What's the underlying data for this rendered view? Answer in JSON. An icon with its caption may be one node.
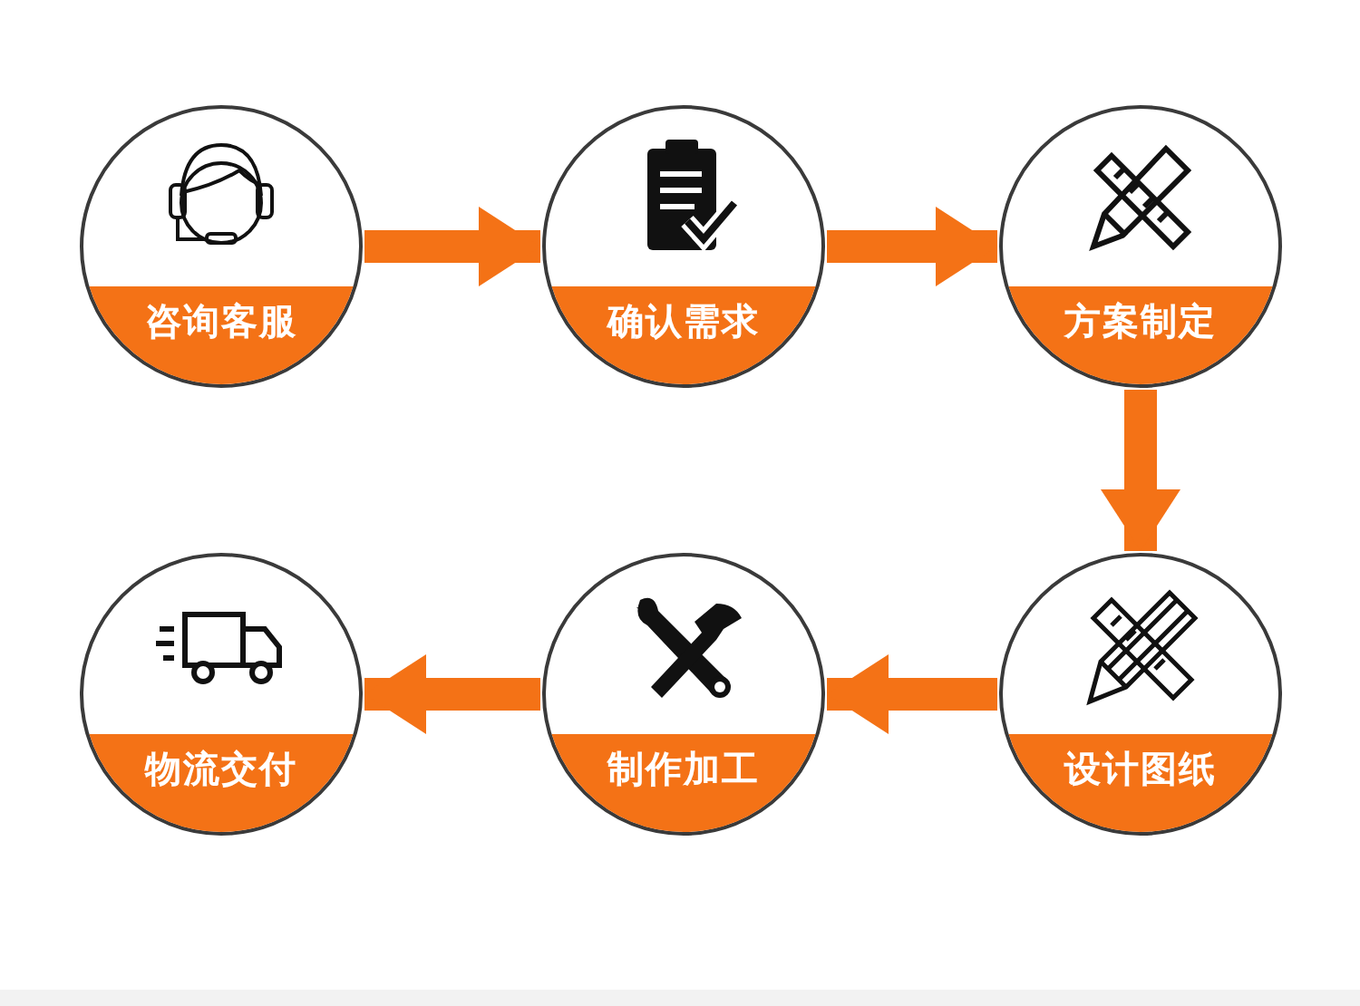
{
  "diagram": {
    "nodes": [
      {
        "text": [
          "咨询客服"
        ]
      },
      {
        "text": [
          "确认需求"
        ]
      },
      {
        "text": [
          "方案制定"
        ]
      },
      {
        "text": [
          "设计图纸"
        ]
      },
      {
        "text": [
          "制作加工"
        ]
      },
      {
        "text": [
          "物流交付"
        ]
      }
    ],
    "edges": [
      {
        "from": 0,
        "to": 1,
        "arrow": "to"
      },
      {
        "from": 1,
        "to": 2,
        "arrow": "to"
      },
      {
        "from": 2,
        "to": 3,
        "arrow": "to"
      },
      {
        "from": 3,
        "to": 4,
        "arrow": "to"
      },
      {
        "from": 4,
        "to": 5,
        "arrow": "to"
      }
    ]
  }
}
